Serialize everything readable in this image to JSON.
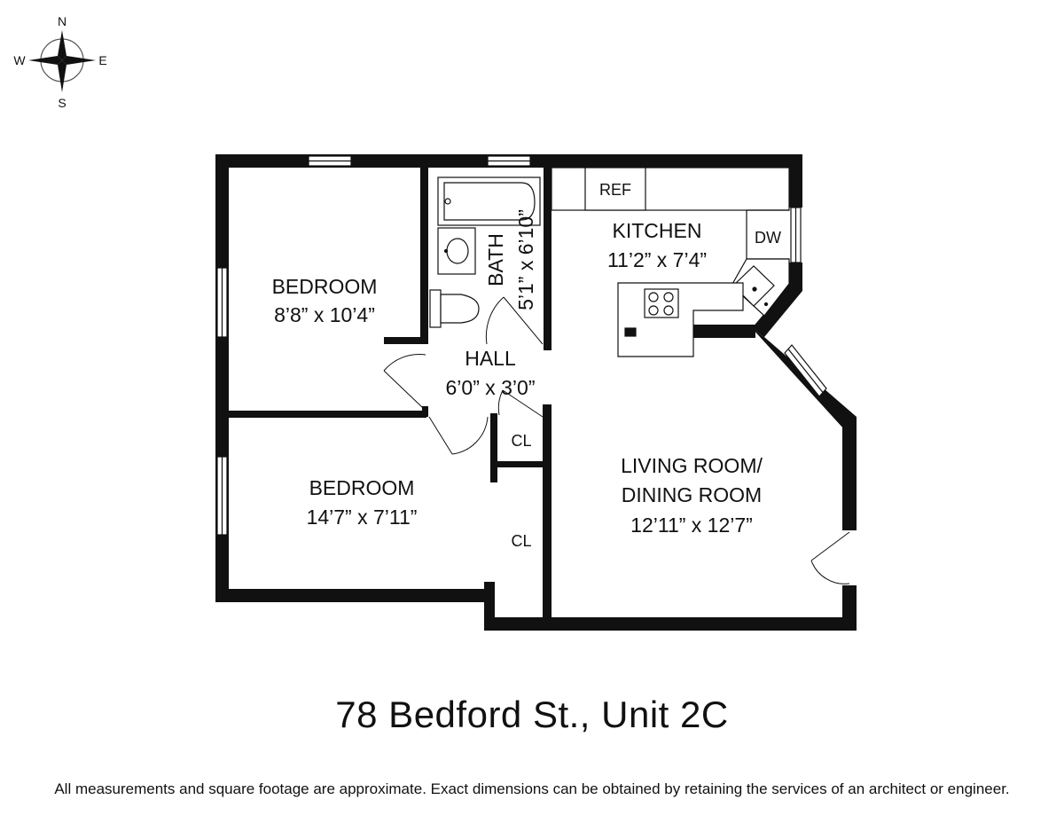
{
  "compass": {
    "n": "N",
    "s": "S",
    "e": "E",
    "w": "W"
  },
  "rooms": {
    "bedroom1": {
      "name": "BEDROOM",
      "dims": "8’8” x 10’4”"
    },
    "bath": {
      "name": "BATH",
      "dims": "5’1” x 6’10”"
    },
    "kitchen": {
      "name": "KITCHEN",
      "dims": "11’2” x 7’4”"
    },
    "hall": {
      "name": "HALL",
      "dims": "6’0” x 3’0”"
    },
    "bedroom2": {
      "name": "BEDROOM",
      "dims": "14’7” x 7’11”"
    },
    "living": {
      "name1": "LIVING ROOM/",
      "name2": "DINING ROOM",
      "dims": "12’11” x 12’7”"
    }
  },
  "fixtures": {
    "ref": "REF",
    "dw": "DW",
    "closet1": "CL",
    "closet2": "CL"
  },
  "address": "78 Bedford St., Unit 2C",
  "disclaimer": "All measurements and square footage are approximate. Exact dimensions can be obtained by retaining the services of an architect or engineer."
}
